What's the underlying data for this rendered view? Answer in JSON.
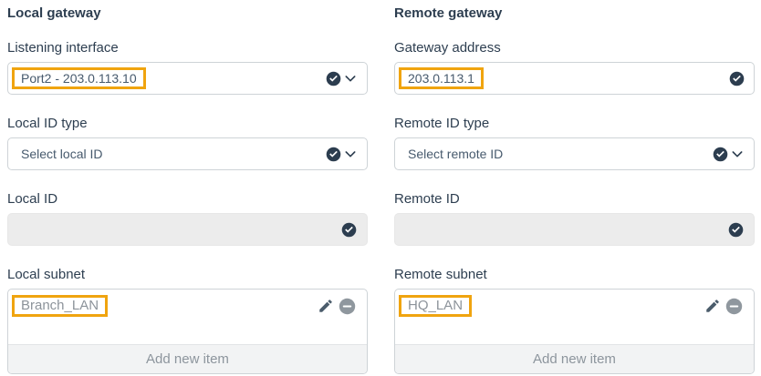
{
  "colors": {
    "annotation_highlight": "#F0A40F",
    "dark_navy": "#2d3e50",
    "muted_gray": "#8c939a",
    "border": "#ced3d7",
    "disabled_bg": "#ececec",
    "footer_bg": "#f2f3f4"
  },
  "icons": {
    "valid": "check-circle",
    "expand": "chevron-down",
    "edit": "pencil",
    "remove": "minus-circle"
  },
  "local": {
    "heading": "Local gateway",
    "listening_interface": {
      "label": "Listening interface",
      "value": "Port2 - 203.0.113.10"
    },
    "id_type": {
      "label": "Local ID type",
      "value": "Select local ID"
    },
    "id": {
      "label": "Local ID",
      "value": ""
    },
    "subnet": {
      "label": "Local subnet",
      "items": [
        "Branch_LAN"
      ],
      "add_label": "Add new item"
    }
  },
  "remote": {
    "heading": "Remote gateway",
    "gateway_address": {
      "label": "Gateway address",
      "value": "203.0.113.1"
    },
    "id_type": {
      "label": "Remote ID type",
      "value": "Select remote ID"
    },
    "id": {
      "label": "Remote ID",
      "value": ""
    },
    "subnet": {
      "label": "Remote subnet",
      "items": [
        "HQ_LAN"
      ],
      "add_label": "Add new item"
    }
  }
}
